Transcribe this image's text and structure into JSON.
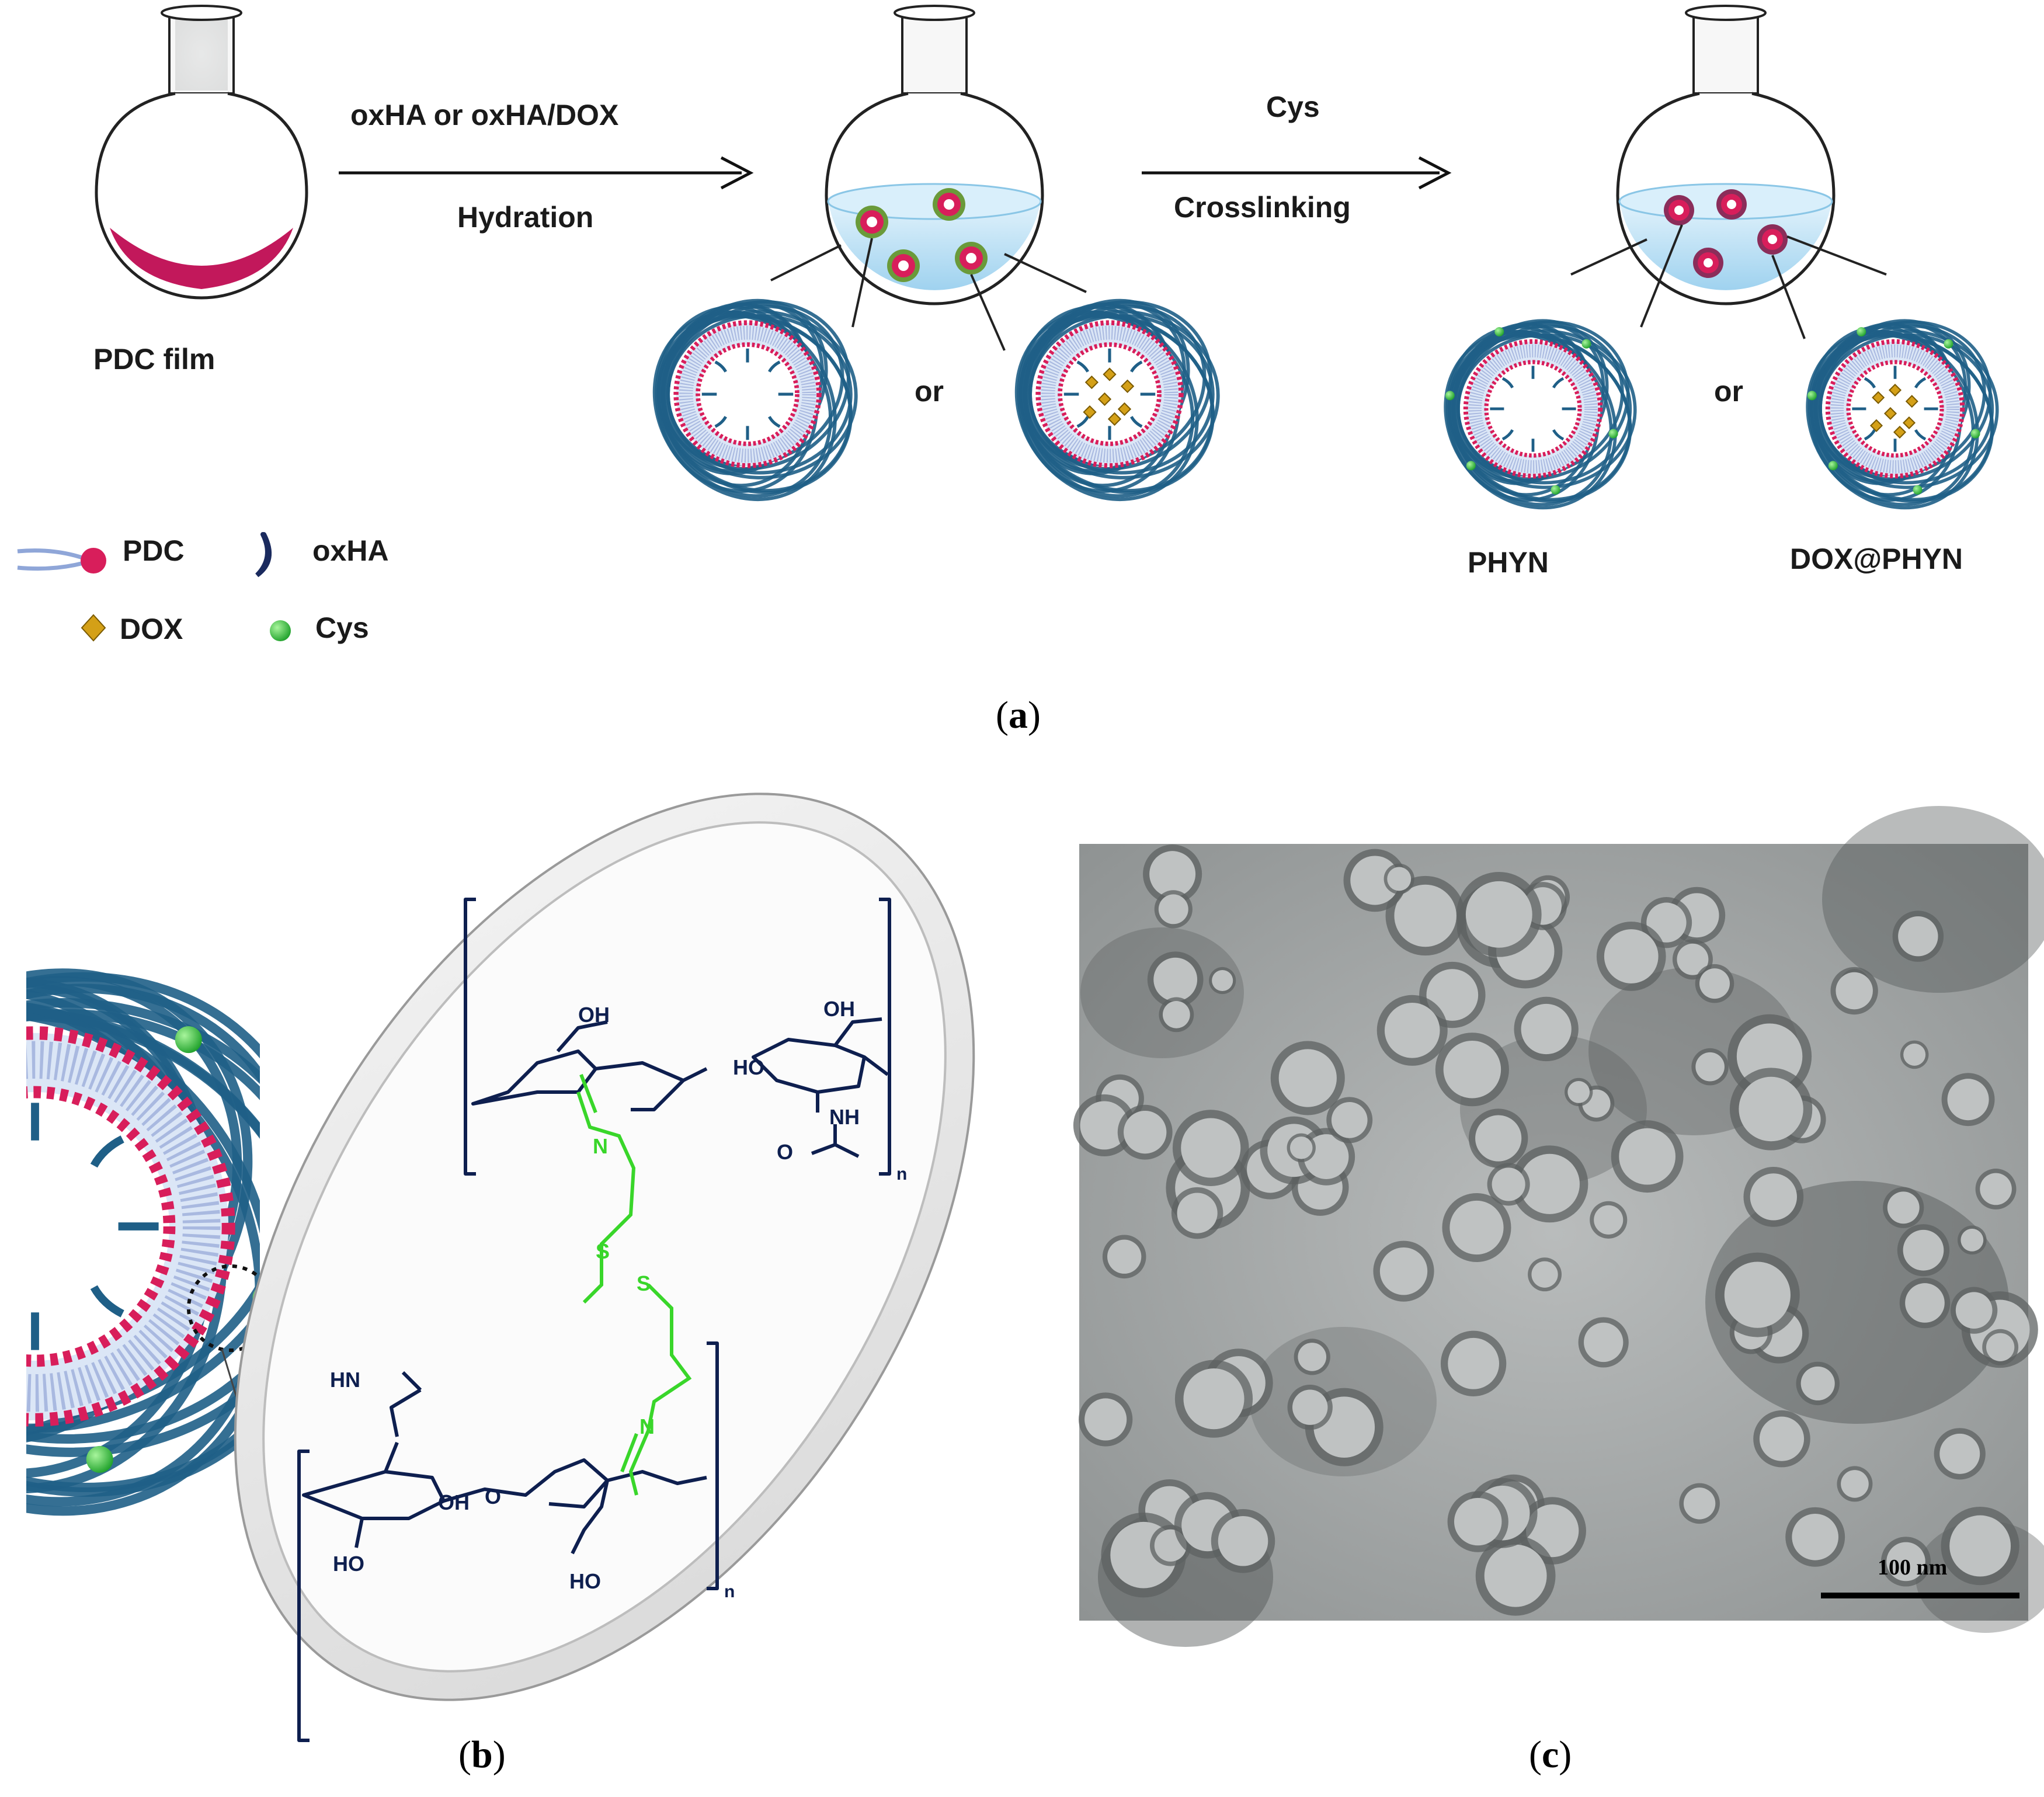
{
  "panel_a": {
    "caption_letter": "a",
    "film_label": "PDC film",
    "step1_top": "oxHA or oxHA/DOX",
    "step1_bottom": "Hydration",
    "step2_top": "Cys",
    "step2_bottom": "Crosslinking",
    "or_1": "or",
    "or_2": "or",
    "product_1": "PHYN",
    "product_2": "DOX@PHYN",
    "legend": {
      "pdc": "PDC",
      "oxha": "oxHA",
      "dox": "DOX",
      "cys": "Cys"
    },
    "colors": {
      "pdc_head": "#d81e5b",
      "oxha": "#1f5f87",
      "dox": "#d4a017",
      "cys": "#2ecc40",
      "water": "#bfe3f6"
    }
  },
  "panel_b": {
    "caption_letter": "b",
    "chem_labels": {
      "oh_1": "OH",
      "oh_2": "OH",
      "ho_1": "HO",
      "nh_1": "NH",
      "o_1": "O",
      "n_1": "N",
      "s_1": "S",
      "s_2": "S",
      "n_2": "N",
      "hn_1": "HN",
      "oh_3": "OH",
      "ho_2": "HO",
      "ho_3": "HO",
      "o_2": "O",
      "n_sub_1": "n",
      "n_sub_2": "n"
    },
    "linker_color": "#39d62a"
  },
  "panel_c": {
    "caption_letter": "c",
    "scale_bar": "100 nm"
  }
}
